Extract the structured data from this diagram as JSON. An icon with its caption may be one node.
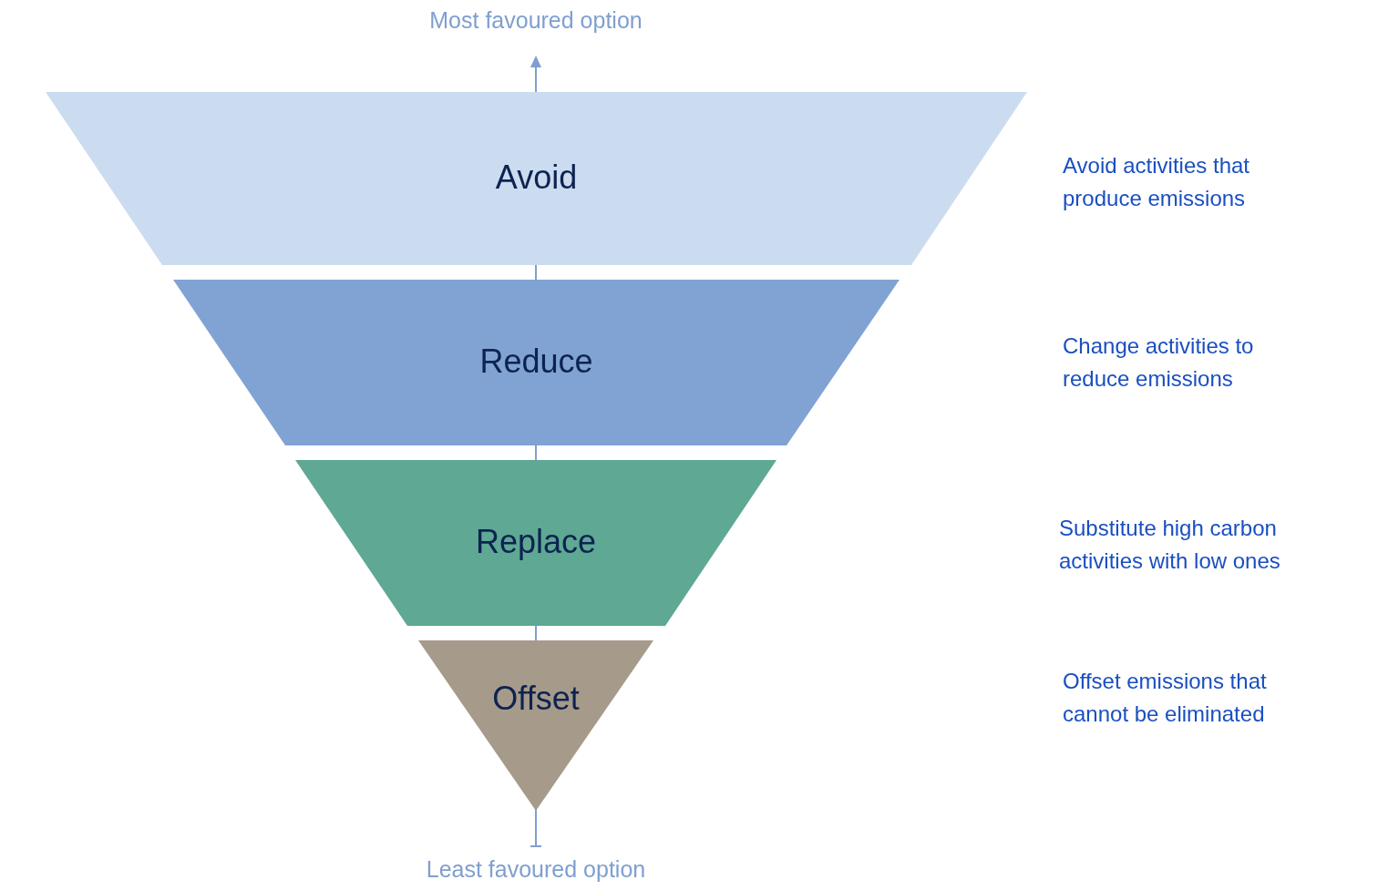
{
  "diagram": {
    "nodes": [
      {
        "text": [
          "Avoid"
        ]
      },
      {
        "text": [
          "Reduce"
        ]
      },
      {
        "text": [
          "Replace"
        ]
      },
      {
        "text": [
          "Offset"
        ]
      }
    ],
    "labels": [
      "Most favoured option",
      "Avoid activities that produce emissions",
      "Change activities to reduce emissions",
      "Substitute high carbon activities with low ones",
      "Offset emissions that cannot be eliminated",
      "Least favoured option"
    ]
  }
}
